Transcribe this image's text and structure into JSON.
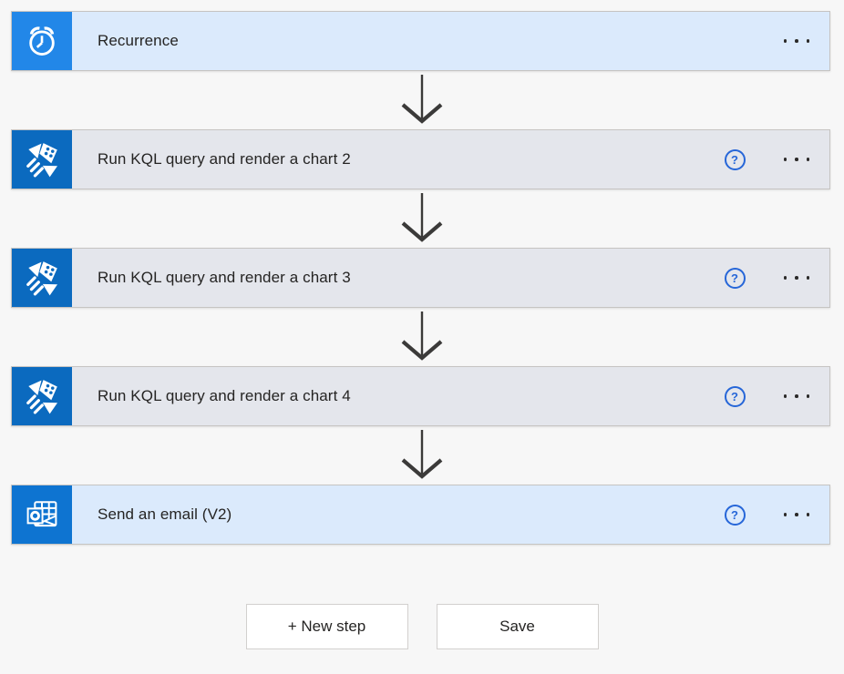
{
  "app": {
    "name": "Power Automate flow designer"
  },
  "steps": [
    {
      "title": "Recurrence",
      "icon": "recurrence-alarm-clock-icon",
      "connector_color": "#2287e8",
      "card_color": "#dbeafc",
      "has_help": false,
      "has_menu": true
    },
    {
      "title": "Run KQL query and render a chart 2",
      "icon": "azure-data-explorer-icon",
      "connector_color": "#0b6abf",
      "card_color": "#e4e6ec",
      "has_help": true,
      "has_menu": true
    },
    {
      "title": "Run KQL query and render a chart 3",
      "icon": "azure-data-explorer-icon",
      "connector_color": "#0b6abf",
      "card_color": "#e4e6ec",
      "has_help": true,
      "has_menu": true
    },
    {
      "title": "Run KQL query and render a chart 4",
      "icon": "azure-data-explorer-icon",
      "connector_color": "#0b6abf",
      "card_color": "#e4e6ec",
      "has_help": true,
      "has_menu": true
    },
    {
      "title": "Send an email (V2)",
      "icon": "outlook-icon",
      "connector_color": "#0e74d1",
      "card_color": "#dbeafc",
      "has_help": true,
      "has_menu": true
    }
  ],
  "actions": {
    "help_glyph": "?",
    "menu_icon": "ellipsis-horizontal"
  },
  "footer": {
    "new_step_label": "+ New step",
    "save_label": "Save"
  },
  "colors": {
    "page_bg": "#f7f7f7",
    "arrow": "#3b3a39",
    "help_blue": "#2666d8",
    "text": "#252423",
    "card_border": "#c6c4c2",
    "button_border": "#d2d0ce"
  }
}
